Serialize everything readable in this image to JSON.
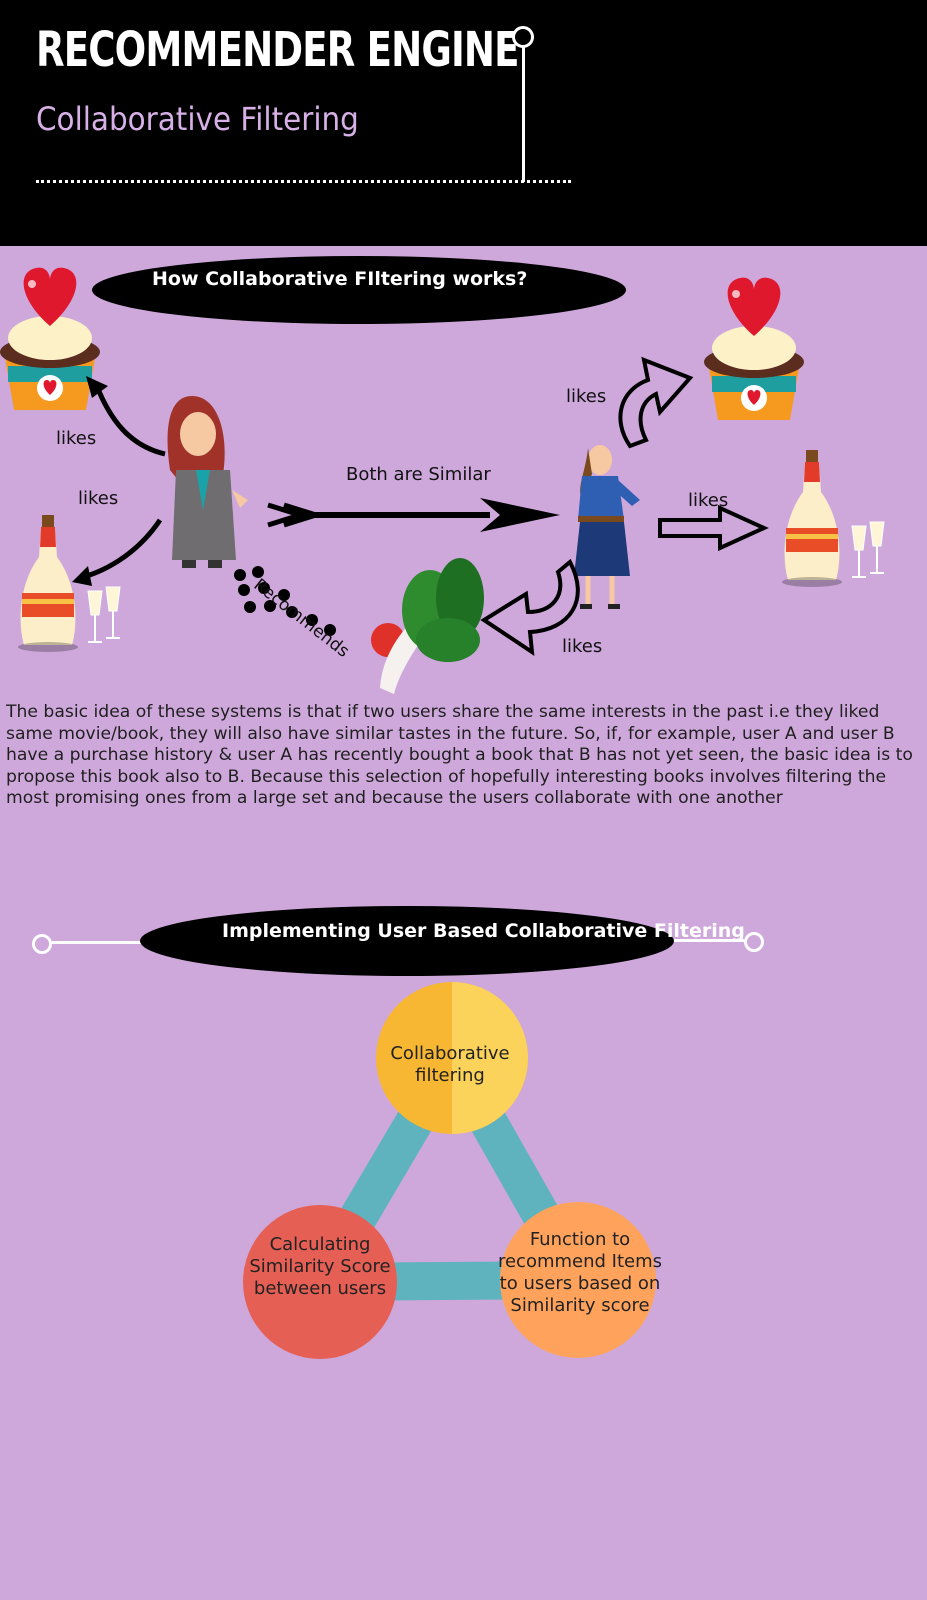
{
  "header": {
    "title": "RECOMMENDER ENGINE",
    "subtitle": "Collaborative Filtering"
  },
  "section1": {
    "heading": "How Collaborative FIltering works?",
    "labels": {
      "likes_cake_left": "likes",
      "likes_bottle_left": "likes",
      "both_similar": "Both are Similar",
      "recommends": "Recommends",
      "likes_cake_right": "likes",
      "likes_bottle_right": "likes",
      "likes_veg": "likes"
    }
  },
  "description": "The basic idea of these systems is that if two users share the same interests in the past i.e they liked same movie/book, they will also have similar tastes in the future. So, if, for example, user A and user B have a purchase history & user A has recently bought a book that B has not yet seen, the basic idea is to propose this book also to B. Because this selection of hopefully interesting books involves filtering the most promising ones from a large set and because the users collaborate with one another",
  "section2": {
    "heading": "Implementing User Based Collaborative Filtering",
    "nodes": [
      {
        "label": "Collaborative filtering",
        "color": "#f7b733"
      },
      {
        "label": "Calculating Similarity Score between users",
        "color": "#e55f55"
      },
      {
        "label": "Function to recommend Items to users based on Similarity score",
        "color": "#ffa35c"
      }
    ],
    "connector_color": "#5fb3be"
  }
}
